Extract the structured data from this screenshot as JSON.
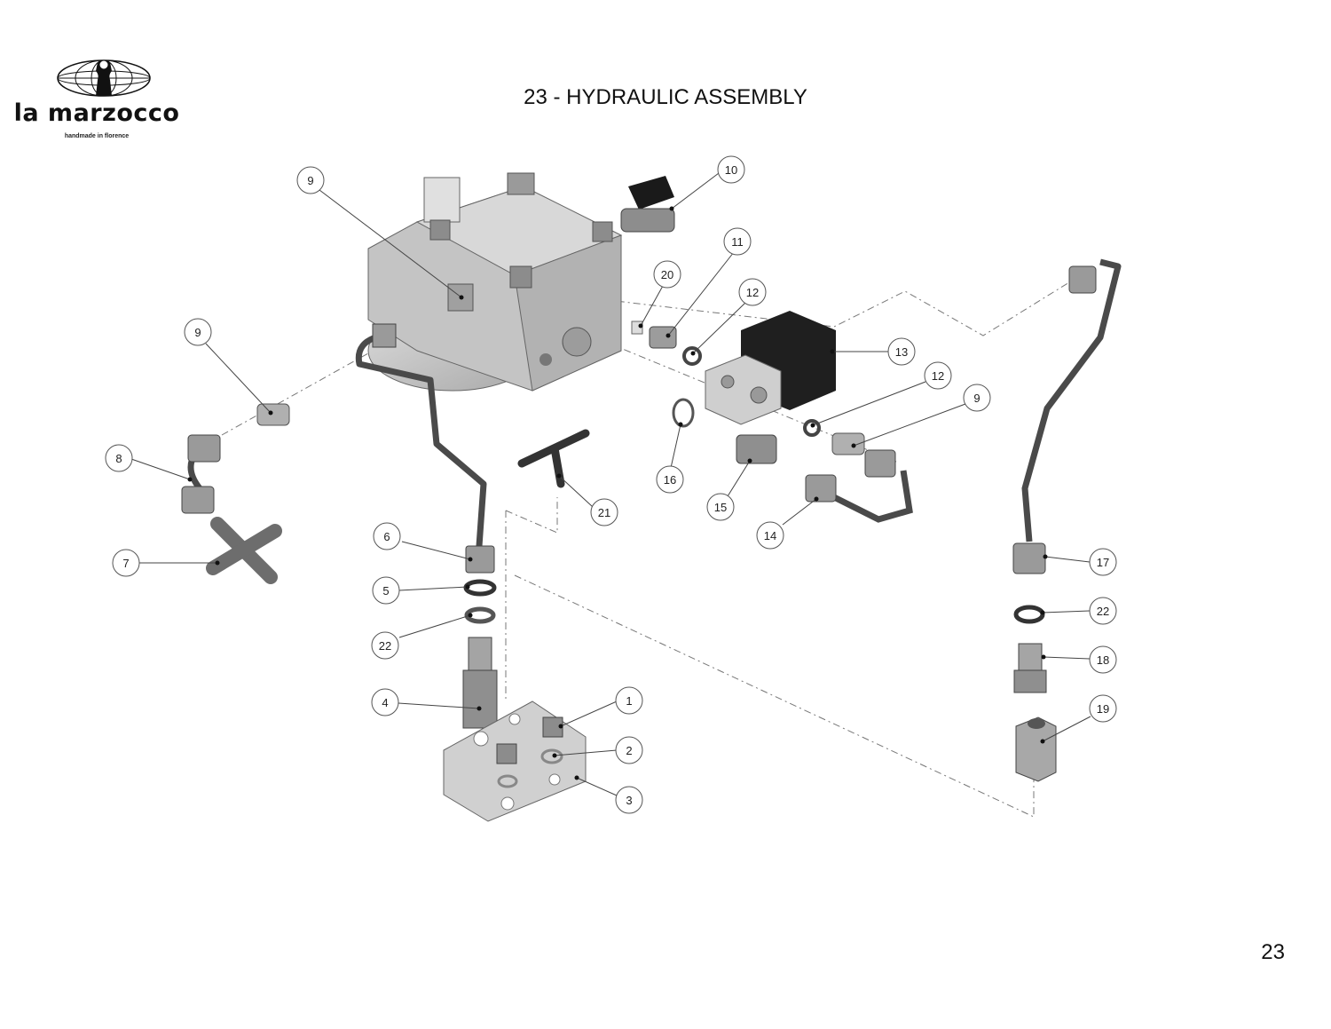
{
  "brand": {
    "name": "la marzocco",
    "tagline": "handmade in florence"
  },
  "title": "23 - HYDRAULIC ASSEMBLY",
  "page_number": "23",
  "callouts": [
    {
      "id": "c9a",
      "label": "9"
    },
    {
      "id": "c9b",
      "label": "9"
    },
    {
      "id": "c9c",
      "label": "9"
    },
    {
      "id": "c10",
      "label": "10"
    },
    {
      "id": "c11",
      "label": "11"
    },
    {
      "id": "c20",
      "label": "20"
    },
    {
      "id": "c12a",
      "label": "12"
    },
    {
      "id": "c12b",
      "label": "12"
    },
    {
      "id": "c13",
      "label": "13"
    },
    {
      "id": "c16",
      "label": "16"
    },
    {
      "id": "c15",
      "label": "15"
    },
    {
      "id": "c14",
      "label": "14"
    },
    {
      "id": "c21",
      "label": "21"
    },
    {
      "id": "c8",
      "label": "8"
    },
    {
      "id": "c7",
      "label": "7"
    },
    {
      "id": "c6",
      "label": "6"
    },
    {
      "id": "c5",
      "label": "5"
    },
    {
      "id": "c22a",
      "label": "22"
    },
    {
      "id": "c4",
      "label": "4"
    },
    {
      "id": "c1",
      "label": "1"
    },
    {
      "id": "c2",
      "label": "2"
    },
    {
      "id": "c3",
      "label": "3"
    },
    {
      "id": "c17",
      "label": "17"
    },
    {
      "id": "c22b",
      "label": "22"
    },
    {
      "id": "c18",
      "label": "18"
    },
    {
      "id": "c19",
      "label": "19"
    }
  ],
  "colors": {
    "part_light": "#c9c9c9",
    "part_mid": "#a8a8a8",
    "part_dark": "#5a5a5a",
    "solenoid": "#1f1f1f",
    "line": "#555555"
  }
}
